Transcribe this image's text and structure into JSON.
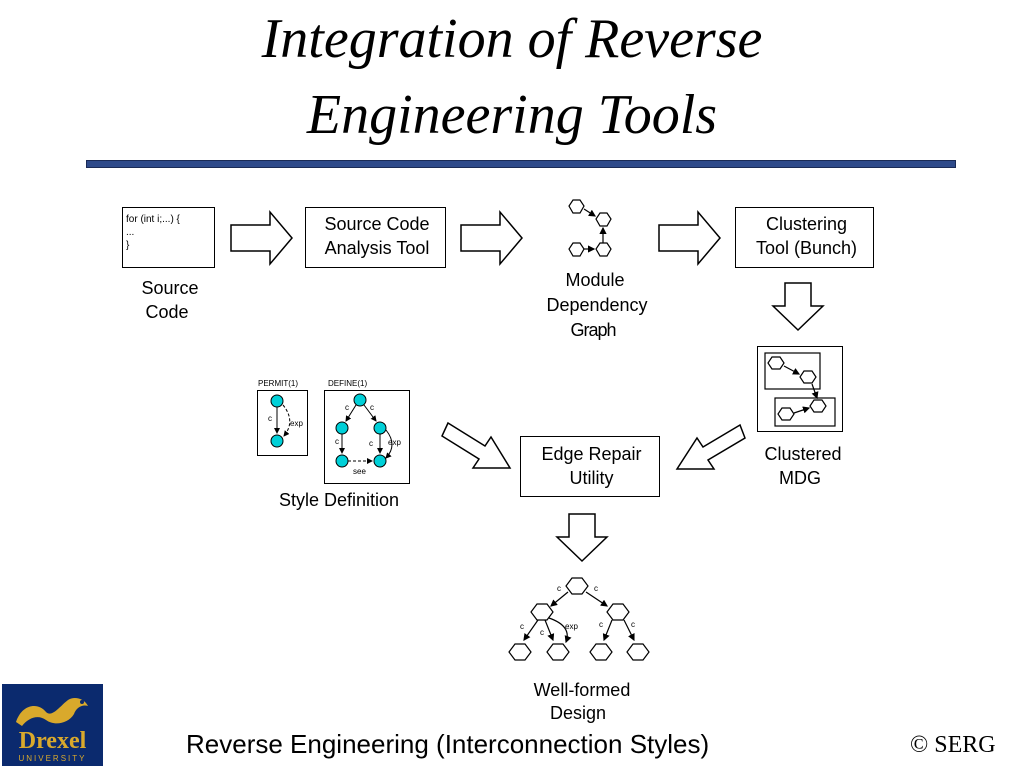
{
  "title": {
    "line1": "Integration of Reverse",
    "line2": "Engineering Tools"
  },
  "source_code": {
    "code_line1": "for (int i;...) {",
    "code_line2": "...",
    "code_line3": "}",
    "label_line1": "Source",
    "label_line2": "Code"
  },
  "analysis_tool": {
    "line1": "Source Code",
    "line2": "Analysis Tool"
  },
  "mdg": {
    "line1": "Module",
    "line2": "Dependency",
    "line3": "Graph"
  },
  "clustering": {
    "line1": "Clustering",
    "line2": "Tool (Bunch)"
  },
  "clustered_mdg": {
    "line1": "Clustered",
    "line2": "MDG"
  },
  "edge_repair": {
    "line1": "Edge Repair",
    "line2": "Utility"
  },
  "style_definition": {
    "label": "Style Definition",
    "permit_label": "PERMIT(1)",
    "define_label": "DEFINE(1)",
    "edge_c": "c",
    "edge_exp": "exp",
    "edge_see": "see"
  },
  "well_formed": {
    "line1": "Well-formed",
    "line2": "Design",
    "edge_c": "c",
    "edge_exp": "exp"
  },
  "footer": {
    "text": "Reverse Engineering (Interconnection Styles)",
    "copyright": "© SERG"
  },
  "logo": {
    "name": "Drexel",
    "sub": "UNIVERSITY"
  },
  "colors": {
    "rule": "#2e4a8a",
    "style_node": "#00d0d8",
    "logo_bg": "#0b2a6e",
    "logo_text": "#d9a92c"
  }
}
